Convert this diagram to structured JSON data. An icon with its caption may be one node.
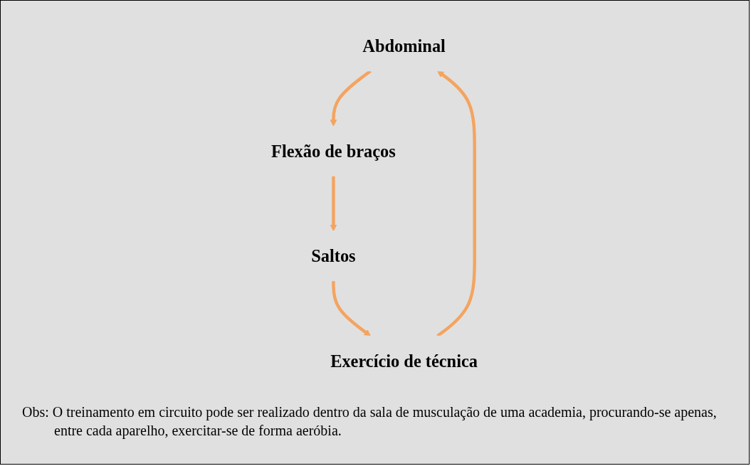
{
  "diagram": {
    "nodes": [
      {
        "text": [
          "Abdominal"
        ]
      },
      {
        "text": [
          "Flexão de braços"
        ]
      },
      {
        "text": [
          "Saltos"
        ]
      },
      {
        "text": [
          "Exercício de técnica"
        ]
      }
    ],
    "edges": [
      {
        "from": 0,
        "to": 1,
        "arrow": "to"
      },
      {
        "from": 1,
        "to": 2,
        "arrow": "to"
      },
      {
        "from": 2,
        "to": 3,
        "arrow": "to"
      },
      {
        "from": 3,
        "to": 0,
        "arrow": "to"
      }
    ],
    "labels": [
      "Obs: O treinamento em circuito pode ser realizado dentro da sala de musculação de uma academia, procurando-se apenas, entre cada aparelho, exercitar-se de forma aeróbia."
    ]
  }
}
